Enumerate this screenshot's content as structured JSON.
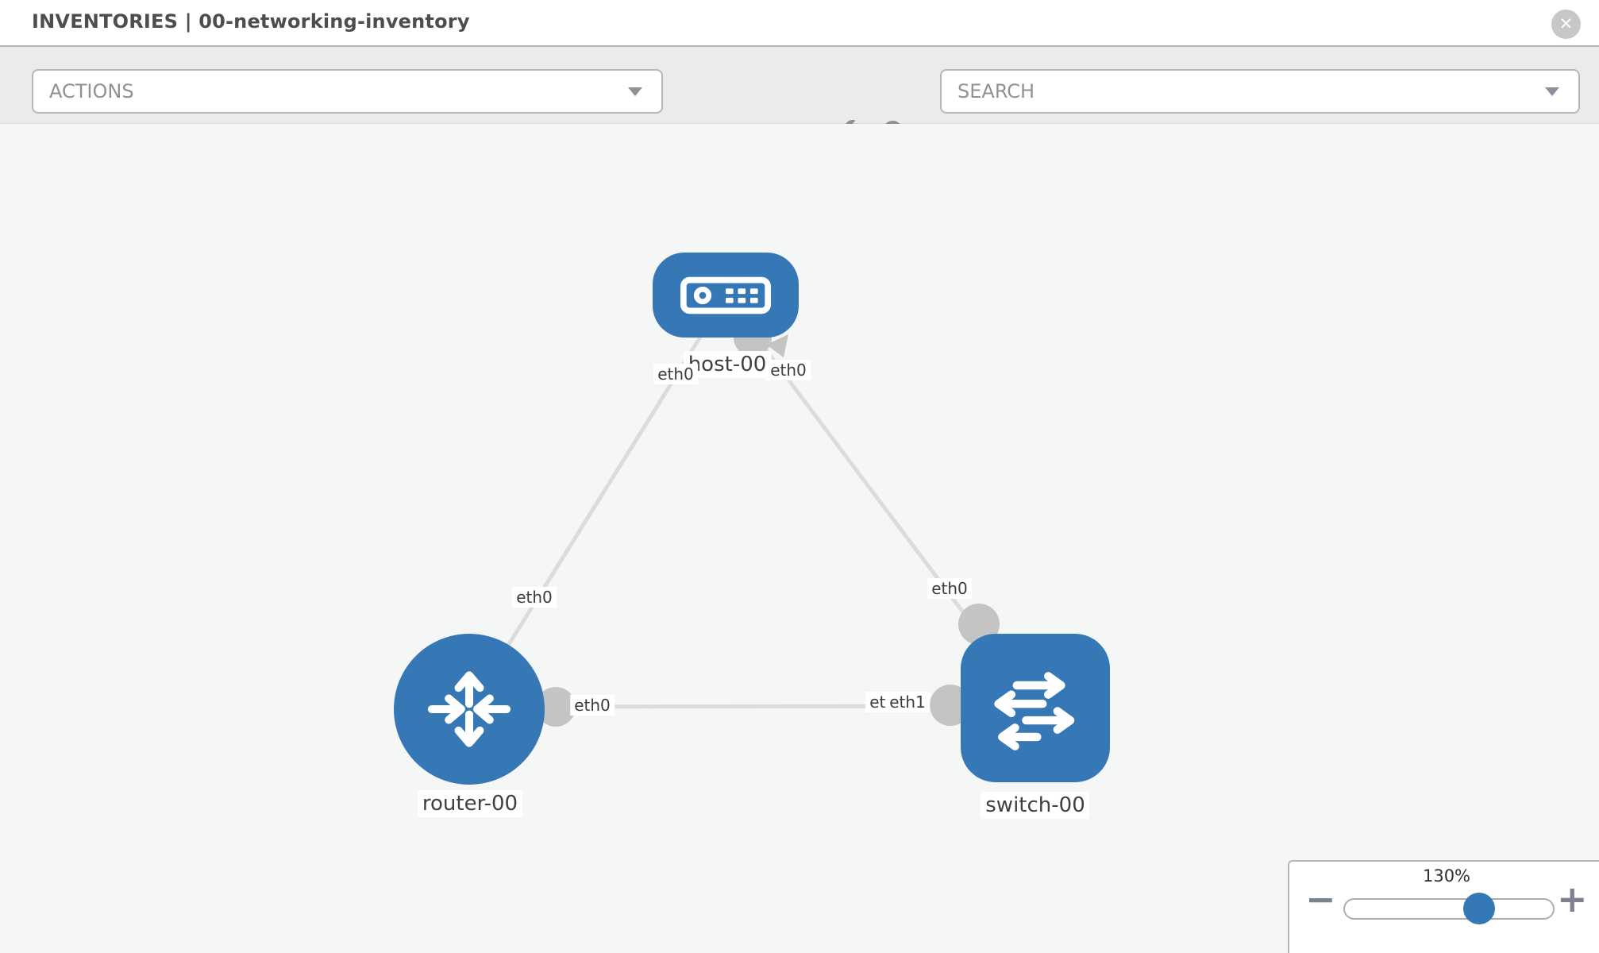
{
  "header": {
    "title": "INVENTORIES | 00-networking-inventory"
  },
  "toolbar": {
    "actions_label": "ACTIONS",
    "search_placeholder": "SEARCH"
  },
  "icons": {
    "close": "✕",
    "minus": "−",
    "plus": "+"
  },
  "topology": {
    "nodes": [
      {
        "id": "host-00",
        "type": "host",
        "label": "host-00"
      },
      {
        "id": "router-00",
        "type": "router",
        "label": "router-00"
      },
      {
        "id": "switch-00",
        "type": "switch",
        "label": "switch-00"
      }
    ],
    "links": [
      {
        "from": "host-00",
        "from_interface": "eth0",
        "to": "router-00",
        "to_interface": "eth0"
      },
      {
        "from": "host-00",
        "from_interface": "eth0",
        "to": "switch-00",
        "to_interface": "eth0"
      },
      {
        "from": "router-00",
        "from_interface": "eth0",
        "to": "switch-00",
        "to_interface": "eth1"
      }
    ],
    "interface_labels": {
      "host_to_router": "eth0",
      "host_to_switch": "eth0",
      "router_to_host": "eth0",
      "switch_to_host": "eth0",
      "router_to_switch": "eth0",
      "switch_to_router_under": "eth0",
      "switch_to_router": "eth1"
    }
  },
  "zoom_control": {
    "level": "130%"
  }
}
